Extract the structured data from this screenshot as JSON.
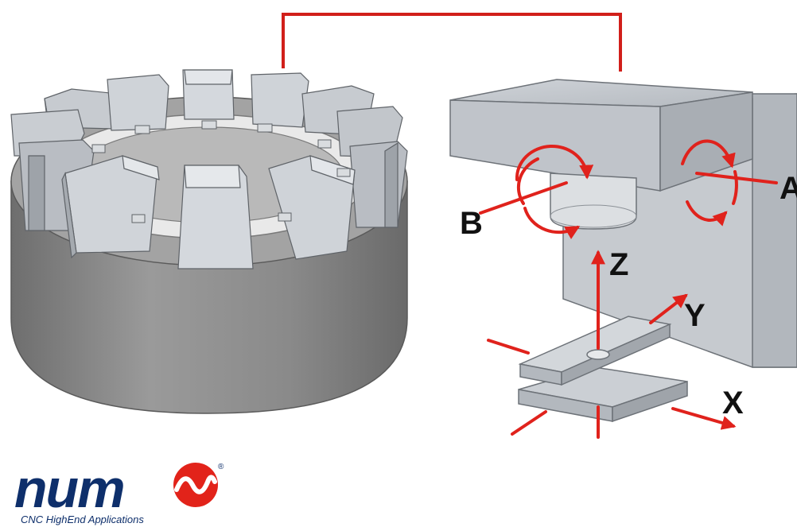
{
  "labels": {
    "axis_a": "A",
    "axis_b": "B",
    "axis_x": "X",
    "axis_y": "Y",
    "axis_z": "Z"
  },
  "logo": {
    "brand": "num",
    "tagline": "CNC HighEnd Applications",
    "registered": "®"
  },
  "colors": {
    "arrow": "#e0221c",
    "metal_light": "#d2d6dc",
    "metal_mid": "#aeb3ba",
    "metal_dark": "#8a8f96",
    "drum": "#8c8c8c",
    "logo_navy": "#0e2f6b",
    "logo_red": "#e2231a"
  }
}
